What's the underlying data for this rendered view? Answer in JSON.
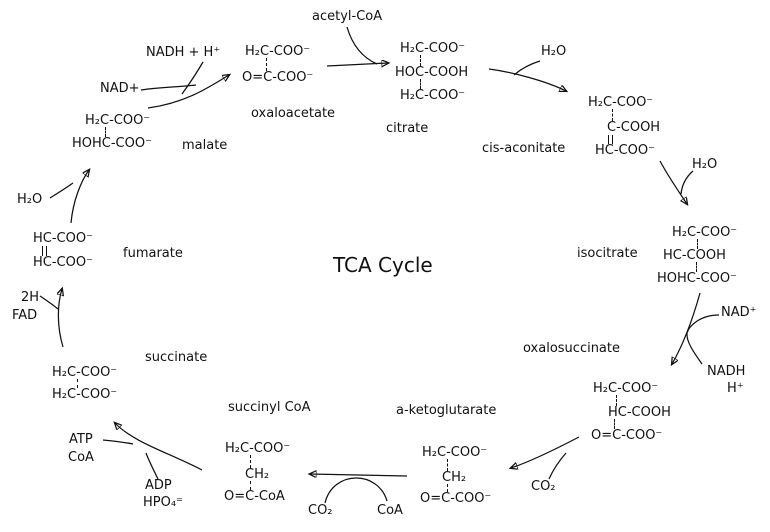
{
  "title": "TCA Cycle",
  "molecules": {
    "oxaloacetate": {
      "label": "oxaloacetate",
      "lines": [
        "H₂C-COO⁻",
        "O=C-COO⁻"
      ]
    },
    "citrate": {
      "label": "citrate",
      "lines": [
        "H₂C-COO⁻",
        "HOC-COOH",
        "H₂C-COO⁻"
      ]
    },
    "cis_aconitate": {
      "label": "cis-aconitate",
      "lines": [
        "H₂C-COO⁻",
        "C-COOH",
        "HC-COO⁻"
      ]
    },
    "isocitrate": {
      "label": "isocitrate",
      "lines": [
        "H₂C-COO⁻",
        "HC-COOH",
        "HOHC-COO⁻"
      ]
    },
    "oxalosuccinate": {
      "label": "oxalosuccinate",
      "lines": [
        "H₂C-COO⁻",
        "HC-COOH",
        "O=C-COO⁻"
      ]
    },
    "a_ketoglutarate": {
      "label": "a-ketoglutarate",
      "lines": [
        "H₂C-COO⁻",
        "CH₂",
        "O=C-COO⁻"
      ]
    },
    "succinyl_coa": {
      "label": "succinyl CoA",
      "lines": [
        "H₂C-COO⁻",
        "CH₂",
        "O=C-CoA"
      ]
    },
    "succinate": {
      "label": "succinate",
      "lines": [
        "H₂C-COO⁻",
        "H₂C-COO⁻"
      ]
    },
    "fumarate": {
      "label": "fumarate",
      "lines": [
        "HC-COO⁻",
        "HC-COO⁻"
      ]
    },
    "malate": {
      "label": "malate",
      "lines": [
        "H₂C-COO⁻",
        "HOHC-COO⁻"
      ]
    }
  },
  "cofactors": {
    "acetyl_coa": "acetyl-CoA",
    "h2o_top": "H₂O",
    "h2o_right": "H₂O",
    "h2o_left": "H₂O",
    "nad_plus_left": "NAD+",
    "nadh_h_left": "NADH + H⁺",
    "nad_plus_right": "NAD⁺",
    "nadh_right": "NADH",
    "h_plus_right": "H⁺",
    "co2_right": "CO₂",
    "co2_bottom": "CO₂",
    "coa_bottom": "CoA",
    "atp": "ATP",
    "coa_left": "CoA",
    "adp": "ADP",
    "hpo4": "HPO₄⁼",
    "two_h": "2H",
    "fad": "FAD"
  },
  "colors": {
    "ink": "#111111",
    "background": "#ffffff"
  }
}
